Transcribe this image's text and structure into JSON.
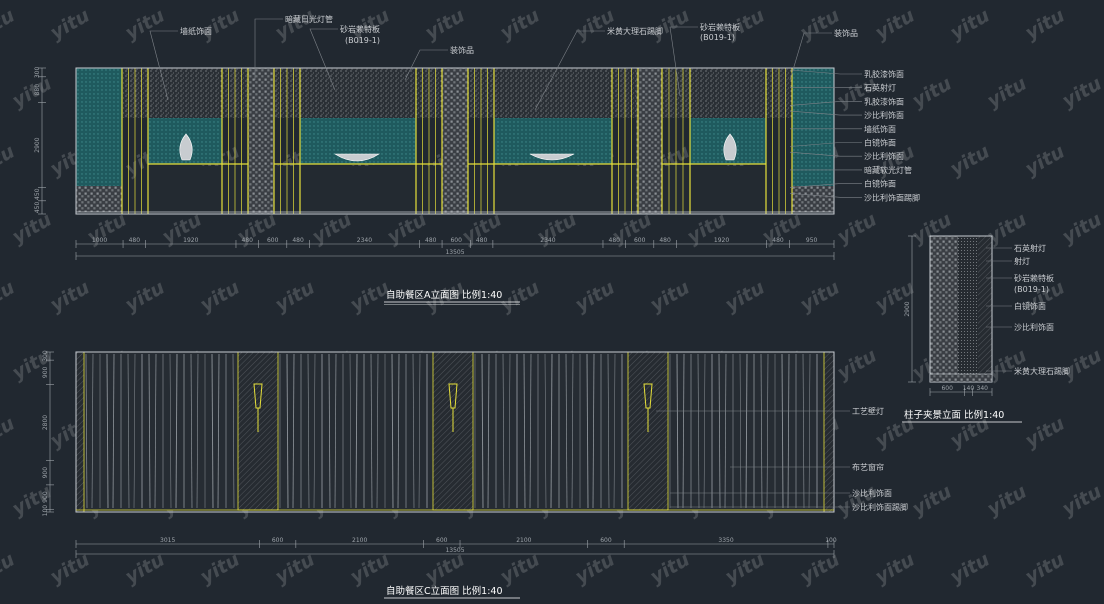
{
  "colors": {
    "background": "#212830",
    "frame": "#c8cdd2",
    "pillar": "#e6e03a",
    "panel": "#1f5a5e",
    "leader": "#7d8288",
    "text": "#c9ccd0",
    "caption": "#ffffff"
  },
  "watermark": "yitu",
  "elevation_a": {
    "title": "自助餐区A立面图 比例1:40",
    "top_labels": [
      "墙纸饰面",
      "暗藏日光灯管",
      "砂岩赖特板",
      "(B019-1)",
      "装饰品",
      "米黄大理石踢脚",
      "砂岩赖特板",
      "(B019-1)",
      "装饰品"
    ],
    "right_labels": [
      "乳胶漆饰面",
      "石英射灯",
      "乳胶漆饰面",
      "沙比利饰面",
      "墙纸饰面",
      "白镜饰面",
      "沙比利饰面",
      "暗藏软光灯管",
      "白镜饰面",
      "沙比利饰面踢脚"
    ],
    "dims_bottom": [
      "1000",
      "480",
      "1920",
      "480",
      "600",
      "480",
      "2340",
      "480",
      "600",
      "480",
      "2340",
      "480",
      "600",
      "480",
      "1920",
      "480",
      "950"
    ],
    "total": "13505",
    "dims_left": [
      "300",
      "880",
      "2900",
      "450",
      "450"
    ]
  },
  "elevation_c": {
    "title": "自助餐区C立面图 比例1:40",
    "right_labels": [
      "工艺壁灯",
      "布艺窗帘",
      "沙比利饰面",
      "沙比利饰面踢脚"
    ],
    "dims_bottom": [
      "3015",
      "600",
      "2100",
      "600",
      "2100",
      "600",
      "3350",
      "100"
    ],
    "total": "13505",
    "dims_left": [
      "300",
      "900",
      "2800",
      "900",
      "900",
      "100"
    ]
  },
  "pillar_elevation": {
    "title": "柱子夹景立面 比例1:40",
    "right_labels": [
      "石英射灯",
      "射灯",
      "砂岩赖特板",
      "(B019-1)",
      "白镜饰面",
      "沙比利饰面",
      "米黄大理石踢脚"
    ],
    "dims_bottom": [
      "600",
      "140",
      "340"
    ],
    "dims_left": [
      "2900"
    ]
  }
}
